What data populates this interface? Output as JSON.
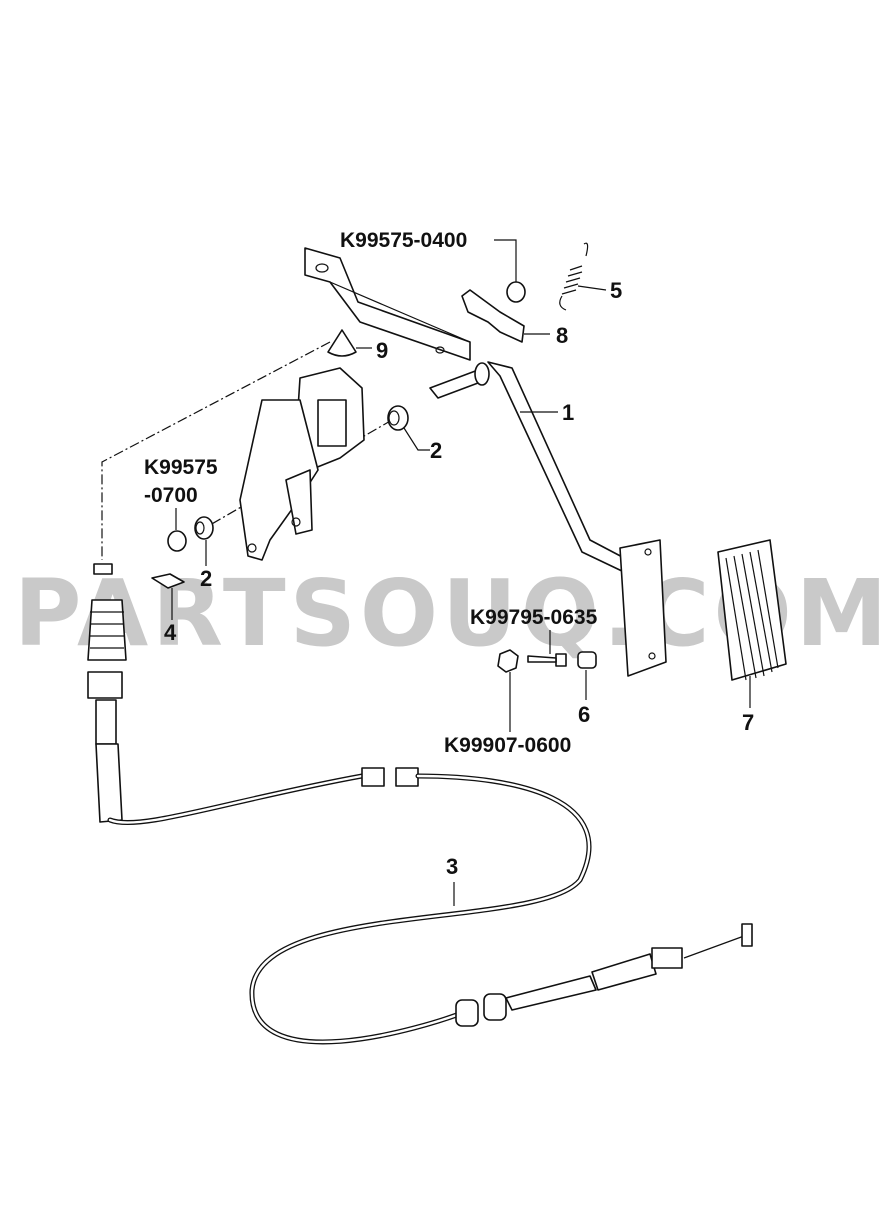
{
  "watermark": "PARTSOUQ.COM",
  "callouts": {
    "c1": "1",
    "c2a": "2",
    "c2b": "2",
    "c3": "3",
    "c4": "4",
    "c5": "5",
    "c6": "6",
    "c7": "7",
    "c8": "8",
    "c9": "9"
  },
  "part_numbers": {
    "p0400": "K99575-0400",
    "p0700_line1": "K99575",
    "p0700_line2": "-0700",
    "p0635": "K99795-0635",
    "p0600": "K99907-0600"
  }
}
